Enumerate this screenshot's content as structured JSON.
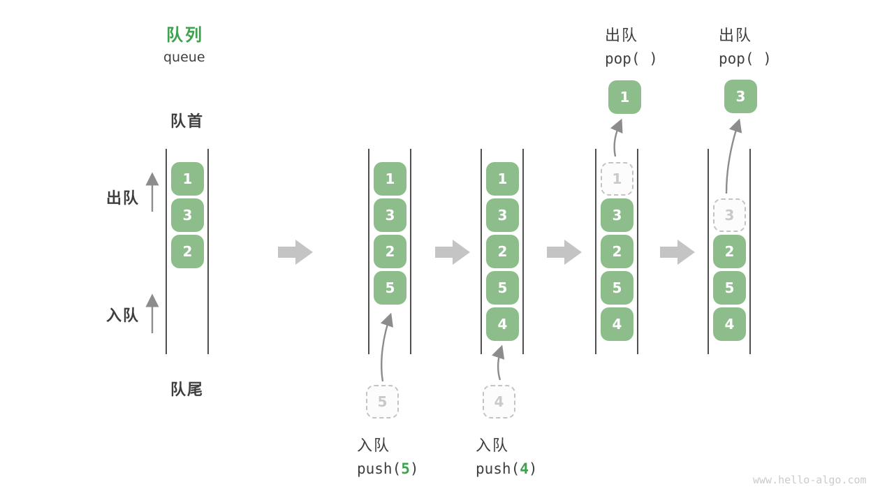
{
  "title": {
    "zh": "队列",
    "en": "queue"
  },
  "side_labels": {
    "front": "队首",
    "rear": "队尾",
    "dequeue_direction": "出队",
    "enqueue_direction": "入队"
  },
  "colors": {
    "green_accent": "#3da14d",
    "box_green": "#8cbd8a",
    "dark_text": "#3e3e3e",
    "line": "#4f4f4f",
    "gray_arrow": "#8c8c8c",
    "block_arrow": "#c4c4c4",
    "dashed_border": "#c3c3c3",
    "dashed_text": "#c9c9c9",
    "watermark_color": "#cbcbcb"
  },
  "states": [
    {
      "name": "initial queue",
      "cells": [
        {
          "v": "1",
          "kind": "solid",
          "row": 0
        },
        {
          "v": "3",
          "kind": "solid",
          "row": 1
        },
        {
          "v": "2",
          "kind": "solid",
          "row": 2
        }
      ]
    },
    {
      "name": "after push(5)",
      "cells": [
        {
          "v": "1",
          "kind": "solid",
          "row": 0
        },
        {
          "v": "3",
          "kind": "solid",
          "row": 1
        },
        {
          "v": "2",
          "kind": "solid",
          "row": 2
        },
        {
          "v": "5",
          "kind": "solid",
          "row": 3
        }
      ]
    },
    {
      "name": "after push(4)",
      "cells": [
        {
          "v": "1",
          "kind": "solid",
          "row": 0
        },
        {
          "v": "3",
          "kind": "solid",
          "row": 1
        },
        {
          "v": "2",
          "kind": "solid",
          "row": 2
        },
        {
          "v": "5",
          "kind": "solid",
          "row": 3
        },
        {
          "v": "4",
          "kind": "solid",
          "row": 4
        }
      ]
    },
    {
      "name": "after pop() removes 1",
      "cells": [
        {
          "v": "1",
          "kind": "dashed",
          "row": 0
        },
        {
          "v": "3",
          "kind": "solid",
          "row": 1
        },
        {
          "v": "2",
          "kind": "solid",
          "row": 2
        },
        {
          "v": "5",
          "kind": "solid",
          "row": 3
        },
        {
          "v": "4",
          "kind": "solid",
          "row": 4
        }
      ]
    },
    {
      "name": "after pop() removes 3",
      "cells": [
        {
          "v": "3",
          "kind": "dashed",
          "row": 1
        },
        {
          "v": "2",
          "kind": "solid",
          "row": 2
        },
        {
          "v": "5",
          "kind": "solid",
          "row": 3
        },
        {
          "v": "4",
          "kind": "solid",
          "row": 4
        }
      ]
    }
  ],
  "push_ops": [
    {
      "label": "入队",
      "fn_prefix": "push(",
      "arg": "5",
      "fn_suffix": ")",
      "staged_value": "5"
    },
    {
      "label": "入队",
      "fn_prefix": "push(",
      "arg": "4",
      "fn_suffix": ")",
      "staged_value": "4"
    }
  ],
  "pop_ops": [
    {
      "label": "出队",
      "fn": "pop( )",
      "popped_value": "1"
    },
    {
      "label": "出队",
      "fn": "pop( )",
      "popped_value": "3"
    }
  ],
  "watermark": "www.hello-algo.com"
}
